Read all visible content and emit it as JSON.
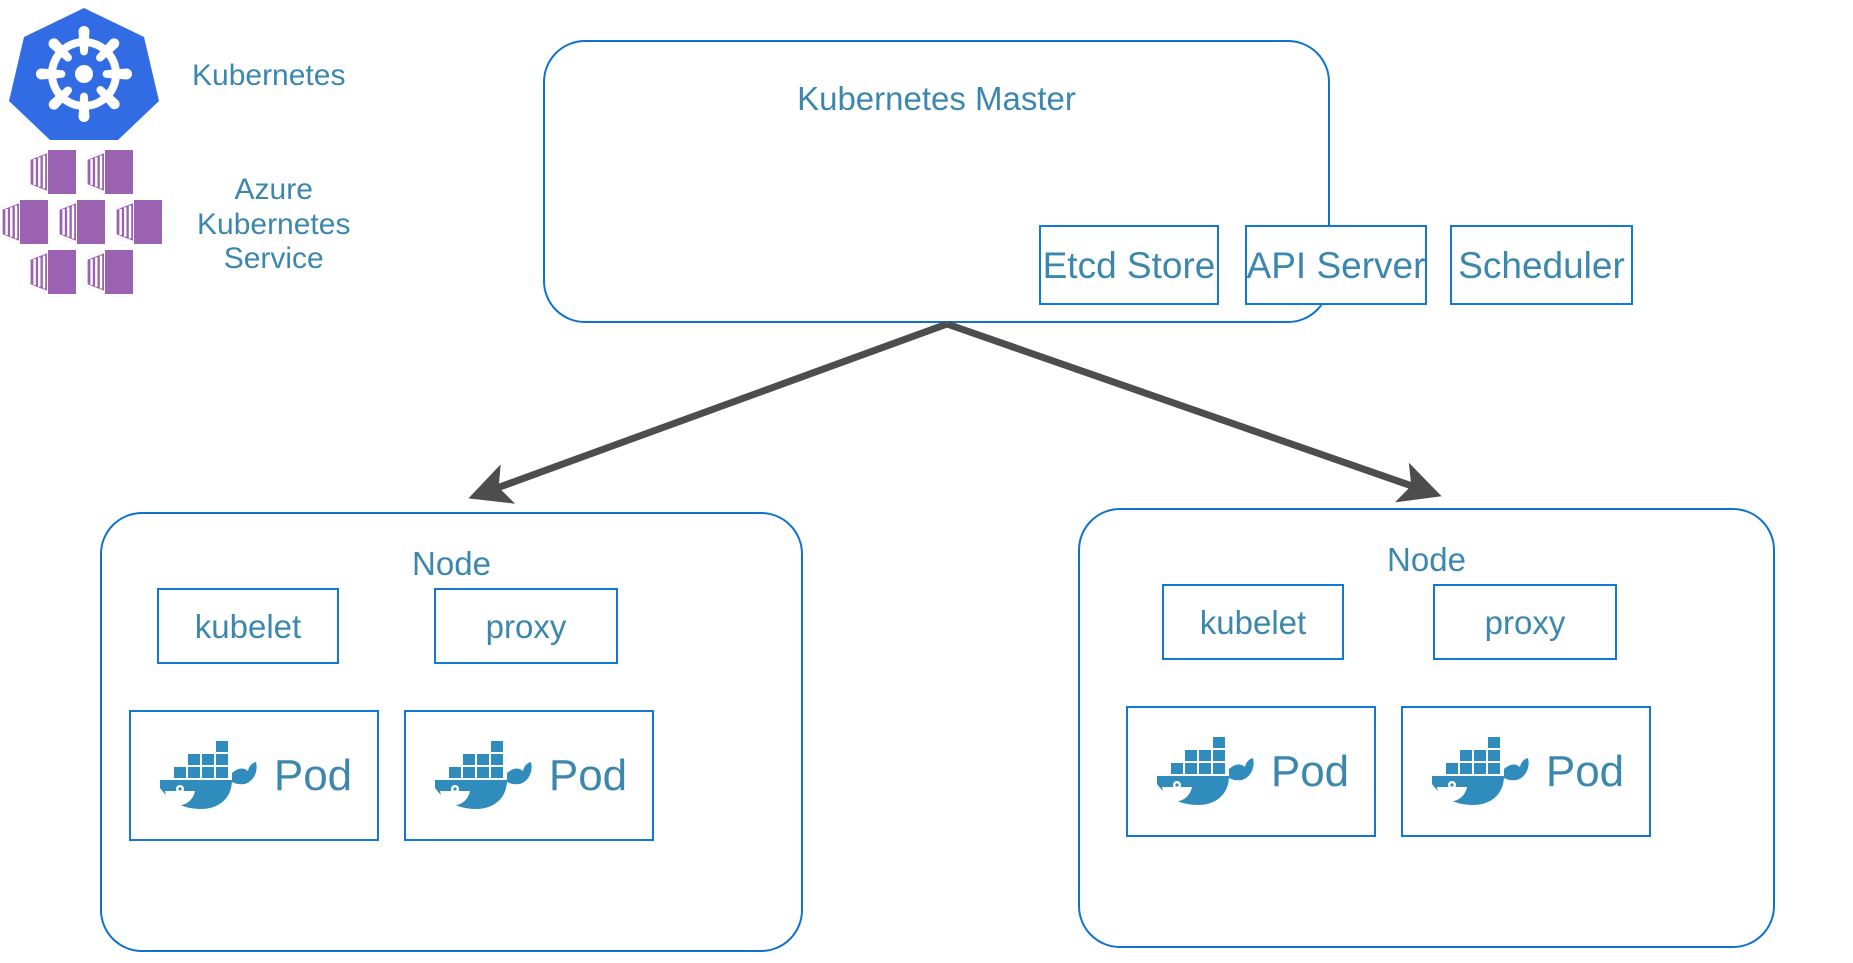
{
  "diagram": {
    "title": "Kubernetes / Azure Kubernetes Service cluster architecture",
    "colors": {
      "box_border": "#1178d4",
      "round_border": "#0f73ce",
      "text": "#3c87ad",
      "arrow": "#4d4d4d",
      "kubernetes_blue": "#326ce5",
      "azure_purple": "#9a62b0",
      "docker_blue": "#2f8cbc",
      "background": "#ffffff"
    }
  },
  "legend": {
    "items": [
      {
        "icon": "kubernetes-logo-icon",
        "label": "Kubernetes"
      },
      {
        "icon": "azure-kubernetes-service-logo-icon",
        "label": "Azure\nKubernetes\nService"
      }
    ]
  },
  "master": {
    "title": "Kubernetes Master",
    "components": [
      {
        "label": "Etcd Store"
      },
      {
        "label": "API Server"
      },
      {
        "label": "Scheduler"
      }
    ]
  },
  "nodes": [
    {
      "title": "Node",
      "agents": [
        {
          "label": "kubelet"
        },
        {
          "label": "proxy"
        }
      ],
      "pods": [
        {
          "icon": "docker-whale-icon",
          "label": "Pod"
        },
        {
          "icon": "docker-whale-icon",
          "label": "Pod"
        }
      ]
    },
    {
      "title": "Node",
      "agents": [
        {
          "label": "kubelet"
        },
        {
          "label": "proxy"
        }
      ],
      "pods": [
        {
          "icon": "docker-whale-icon",
          "label": "Pod"
        },
        {
          "icon": "docker-whale-icon",
          "label": "Pod"
        }
      ]
    }
  ],
  "connectors": [
    {
      "from": "master",
      "to": "node-left",
      "style": "arrow"
    },
    {
      "from": "master",
      "to": "node-right",
      "style": "arrow"
    }
  ]
}
